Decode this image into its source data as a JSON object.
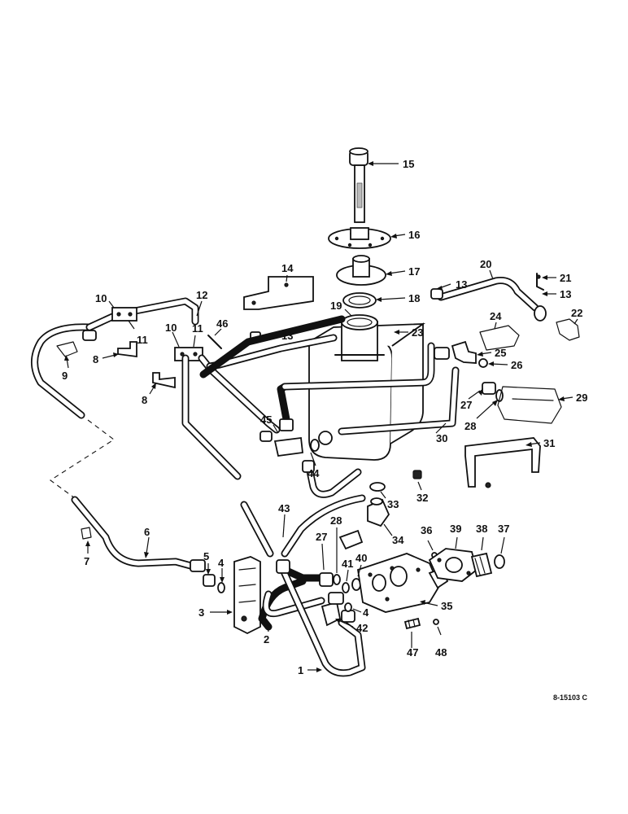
{
  "figure_code": "8-15103 C",
  "callouts": [
    "1",
    "2",
    "3",
    "4",
    "5",
    "6",
    "7",
    "8",
    "9",
    "10",
    "11",
    "12",
    "13",
    "14",
    "15",
    "16",
    "17",
    "18",
    "19",
    "20",
    "21",
    "22",
    "23",
    "24",
    "25",
    "26",
    "27",
    "28",
    "29",
    "30",
    "31",
    "32",
    "33",
    "34",
    "35",
    "36",
    "37",
    "38",
    "39",
    "40",
    "41",
    "42",
    "43",
    "44",
    "45",
    "46",
    "47",
    "48"
  ]
}
